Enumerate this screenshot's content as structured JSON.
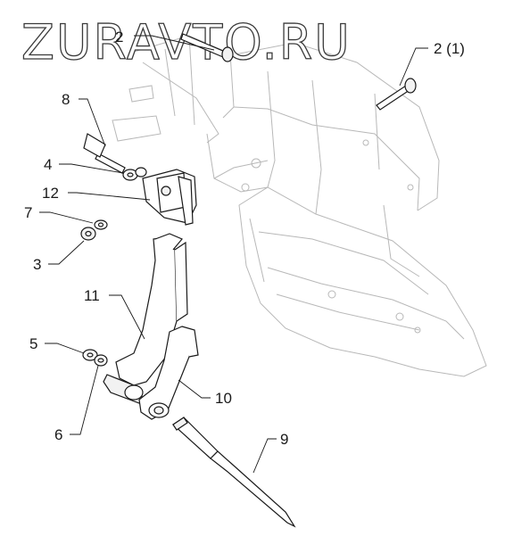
{
  "watermark": "ZURAVTO.RU",
  "callouts": [
    {
      "id": "c2a",
      "text": "2"
    },
    {
      "id": "c2b",
      "text": "2 (1)"
    },
    {
      "id": "c8",
      "text": "8"
    },
    {
      "id": "c4",
      "text": "4"
    },
    {
      "id": "c12",
      "text": "12"
    },
    {
      "id": "c7",
      "text": "7"
    },
    {
      "id": "c3",
      "text": "3"
    },
    {
      "id": "c11",
      "text": "11"
    },
    {
      "id": "c5",
      "text": "5"
    },
    {
      "id": "c10",
      "text": "10"
    },
    {
      "id": "c6",
      "text": "6"
    },
    {
      "id": "c9",
      "text": "9"
    }
  ]
}
